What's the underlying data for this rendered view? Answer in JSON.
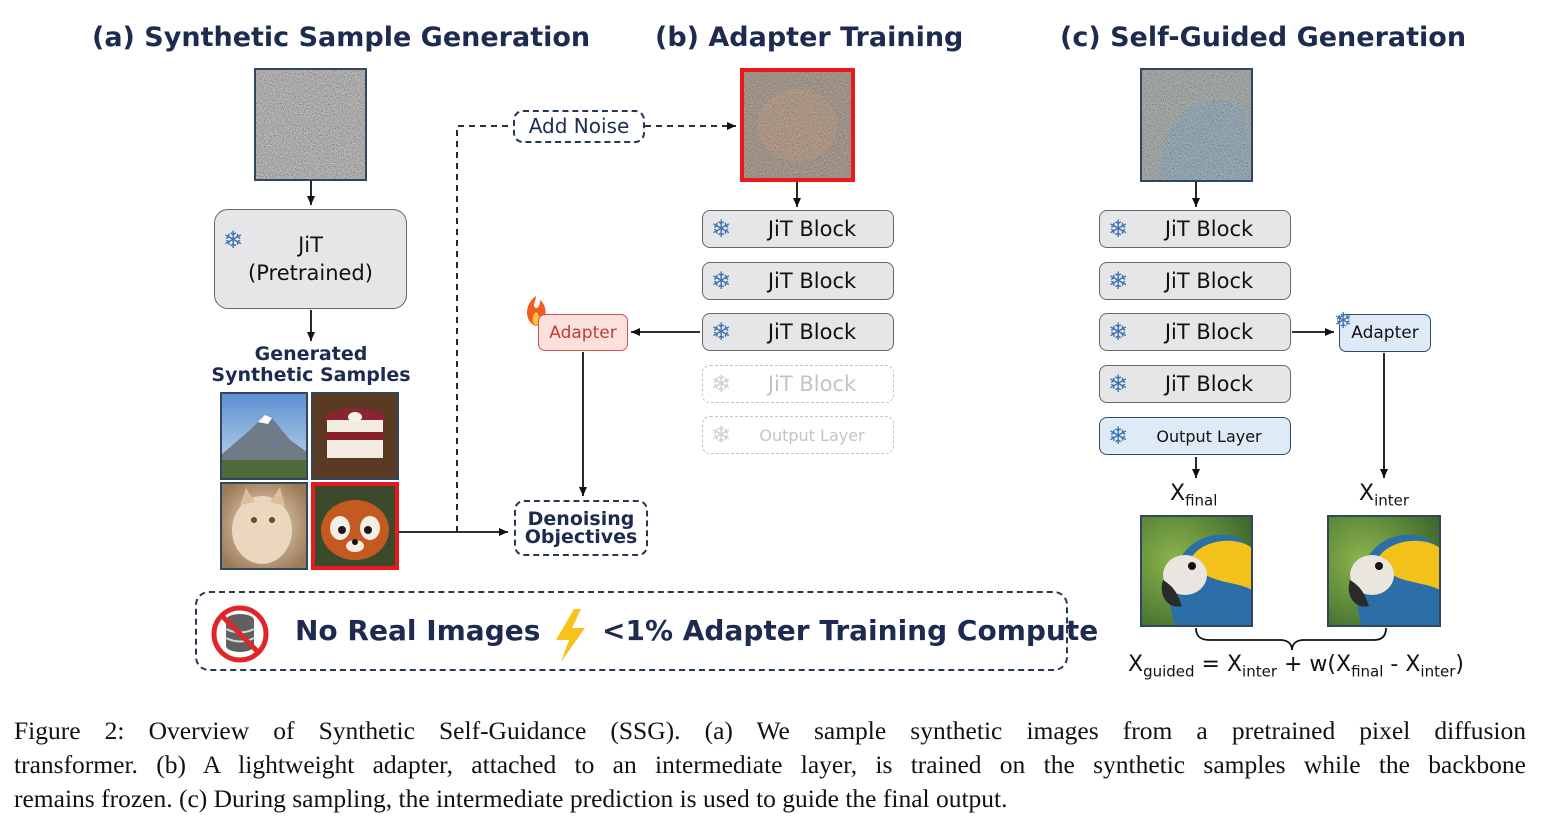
{
  "headings": {
    "a": "(a) Synthetic Sample Generation",
    "b": "(b) Adapter Training",
    "c": "(c) Self-Guided Generation"
  },
  "panel_a": {
    "model_line1": "JiT",
    "model_line2": "(Pretrained)",
    "samples_line1": "Generated",
    "samples_line2": "Synthetic Samples"
  },
  "panel_b": {
    "add_noise": "Add Noise",
    "block": "JiT Block",
    "output_layer": "Output Layer",
    "adapter": "Adapter",
    "objectives_line1": "Denoising",
    "objectives_line2": "Objectives"
  },
  "panel_c": {
    "block": "JiT Block",
    "output_layer": "Output Layer",
    "adapter": "Adapter",
    "x_final_base": "X",
    "x_final_sub": "final",
    "x_inter_base": "X",
    "x_inter_sub": "inter",
    "formula": {
      "x": "X",
      "guided": "guided",
      "eq": " = ",
      "inter": "inter",
      "plus_w": " + w(",
      "final": "final",
      "minus": " - ",
      "close": ")"
    }
  },
  "banner": {
    "no_real": "No Real Images",
    "compute": "<1% Adapter Training Compute"
  },
  "caption": [
    "Figure 2: Overview of Synthetic Self-Guidance (SSG). (a) We sample synthetic images from a pretrained pixel diffusion",
    "transformer. (b) A lightweight adapter, attached to an intermediate layer, is trained on the synthetic samples while the backbone",
    "remains frozen. (c) During sampling, the intermediate prediction is used to guide the final output."
  ],
  "icons": {
    "frozen": "snowflake-icon",
    "trainable": "fire-icon",
    "no_data": "no-database-icon",
    "compute": "lightning-icon"
  },
  "colors": {
    "heading": "#1c2b4f",
    "highlight": "#e8191f",
    "adapter_train_fill": "#fbe1dc",
    "adapter_train_border": "#d4524a",
    "adapter_frozen_fill": "#deebf6",
    "snowflake": "#3f74ad"
  }
}
